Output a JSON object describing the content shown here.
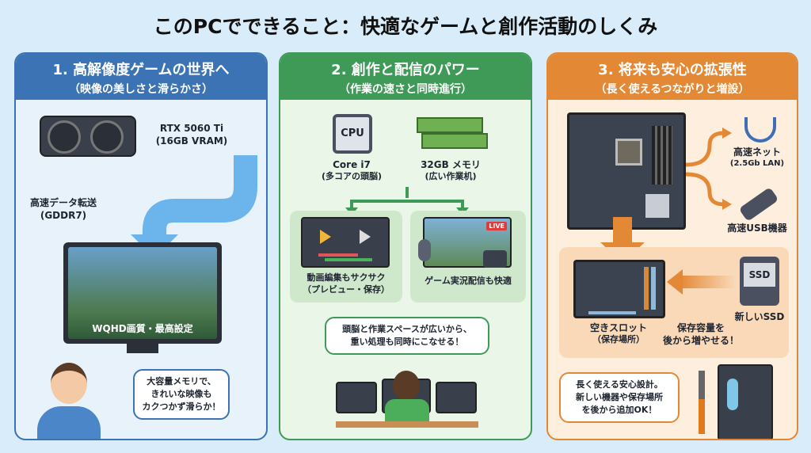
{
  "title": "このPCでできること：快適なゲームと創作活動のしくみ",
  "panel1": {
    "heading": "1. 高解像度ゲームの世界へ",
    "subheading": "（映像の美しさと滑らかさ）",
    "gpu_label": "RTX 5060 Ti",
    "gpu_sub": "(16GB VRAM)",
    "transfer_label": "高速データ転送",
    "transfer_sub": "(GDDR7)",
    "monitor_caption": "WQHD画質・最高設定",
    "bubble": [
      "大容量メモリで、",
      "きれいな映像も",
      "カクつかず滑らか！"
    ]
  },
  "panel2": {
    "heading": "2. 創作と配信のパワー",
    "subheading": "（作業の速さと同時進行）",
    "cpu_chip": "CPU",
    "cpu_label": "Core i7",
    "cpu_sub": "(多コアの頭脳)",
    "mem_label": "32GB メモリ",
    "mem_sub": "(広い作業机)",
    "edit_label": "動画編集もサクサク",
    "edit_sub": "（プレビュー・保存）",
    "live_badge": "LIVE",
    "stream_label": "ゲーム実況配信も快適",
    "bubble": [
      "頭脳と作業スペースが広いから、",
      "重い処理も同時にこなせる！"
    ]
  },
  "panel3": {
    "heading": "3. 将来も安心の拡張性",
    "subheading": "（長く使えるつながりと増設）",
    "lan_label": "高速ネット",
    "lan_sub": "(2.5Gb LAN)",
    "usb_label": "高速USB機器",
    "ssd_chip": "SSD",
    "ssd_label": "新しいSSD",
    "slot_label": "空きスロット",
    "slot_sub": "（保存場所）",
    "storage_label": "保存容量を",
    "storage_sub": "後から増やせる！",
    "bubble": [
      "長く使える安心設計。",
      "新しい機器や保存場所",
      "を後から追加OK！"
    ]
  },
  "colors": {
    "blue": "#3b73b4",
    "green": "#3f9a58",
    "orange": "#e38834"
  }
}
